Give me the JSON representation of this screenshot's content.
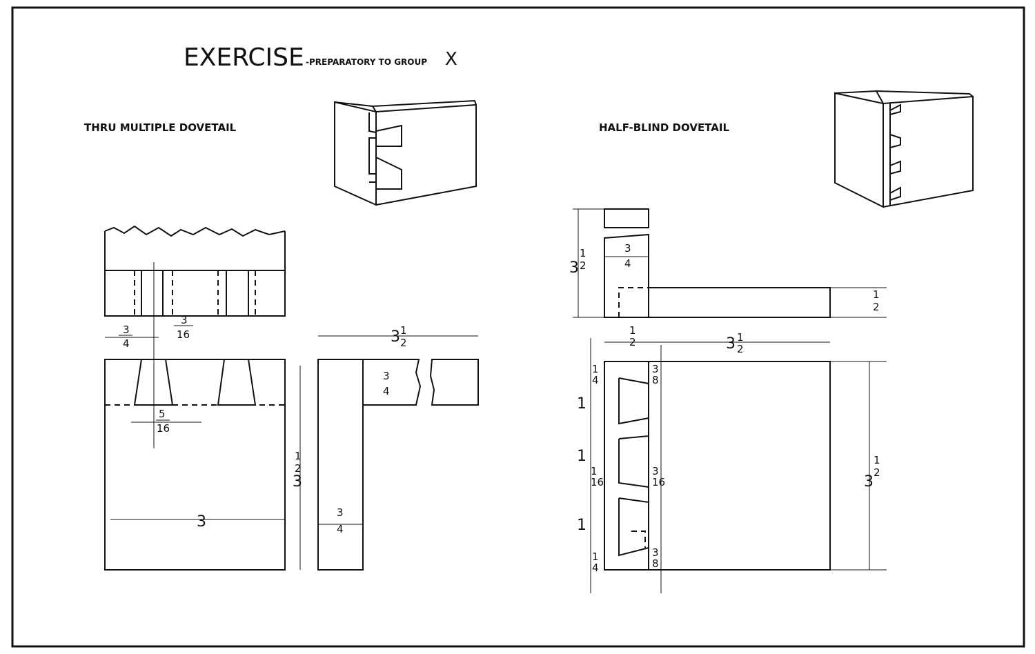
{
  "title": {
    "main": "EXERCISE",
    "sub": "-PREPARATORY TO GROUP",
    "group": "X"
  },
  "left": {
    "label": "THRU MULTIPLE DOVETAIL",
    "dims": {
      "three_quarter_top": {
        "num": "3",
        "den": "4"
      },
      "three_sixteenth": {
        "num": "3",
        "den": "16"
      },
      "overall_width": {
        "whole": "3",
        "num": "1",
        "den": "2"
      },
      "tail_depth": {
        "num": "3",
        "den": "4"
      },
      "pin_gap": {
        "num": "5",
        "den": "16"
      },
      "height": {
        "whole": "3",
        "num": "1",
        "den": "2"
      },
      "width": "3",
      "thickness": {
        "num": "3",
        "den": "4"
      }
    }
  },
  "right": {
    "label": "HALF-BLIND DOVETAIL",
    "dims": {
      "height_top": {
        "whole": "3",
        "num": "1",
        "den": "2"
      },
      "thickness_top": {
        "num": "3",
        "den": "4"
      },
      "board_thick": {
        "num": "1",
        "den": "2"
      },
      "lap": {
        "num": "1",
        "den": "2"
      },
      "length": {
        "whole": "3",
        "num": "1",
        "den": "2"
      },
      "quarter_top": {
        "num": "1",
        "den": "4"
      },
      "three_eighths_top": {
        "num": "3",
        "den": "8"
      },
      "one_a": "1",
      "one_b": "1",
      "sixteenth_left": {
        "num": "1",
        "den": "16"
      },
      "three_sixteenths_right": {
        "num": "3",
        "den": "16"
      },
      "one_c": "1",
      "quarter_bottom": {
        "num": "1",
        "den": "4"
      },
      "three_eighths_bottom": {
        "num": "3",
        "den": "8"
      },
      "side_height": {
        "whole": "3",
        "num": "1",
        "den": "2"
      }
    }
  }
}
